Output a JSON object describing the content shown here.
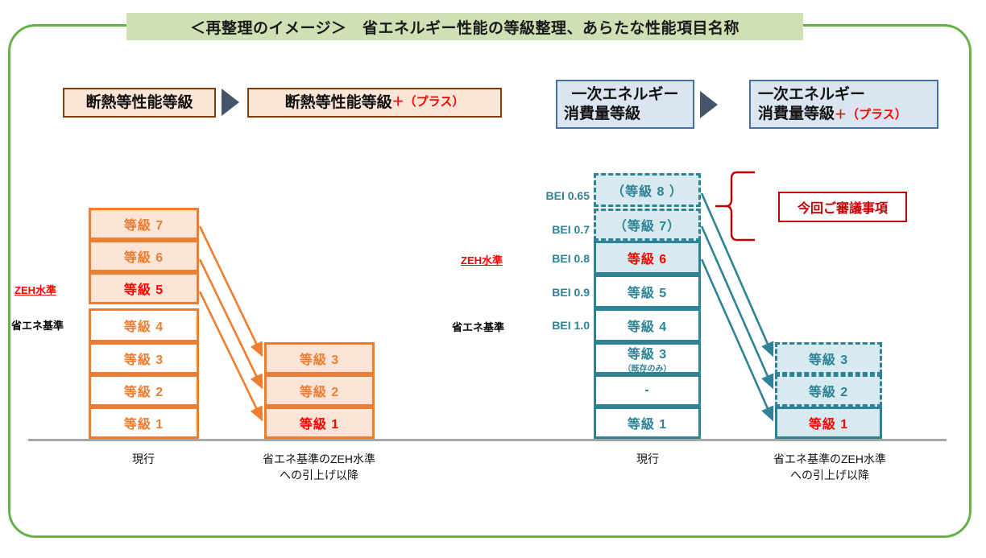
{
  "title": "＜再整理のイメージ＞　省エネルギー性能の等級整理、あらたな性能項目名称",
  "colors": {
    "frame_green": "#67b04a",
    "title_band": "#cfe0b4",
    "orange": "#ed7d31",
    "orange_fill": "#fce4d6",
    "brown_border": "#843c0c",
    "teal": "#2e8296",
    "teal_fill": "#d6eaf0",
    "blue_border": "#4472a8",
    "blue_fill": "#dbe5f1",
    "red": "#ff0000",
    "review_red": "#c00000",
    "arrow_gray": "#44546a"
  },
  "left_group": {
    "header_current": {
      "label": "断熱等性能等級"
    },
    "header_new": {
      "label": "断熱等性能等級",
      "plus": "＋（プラス）"
    },
    "arrow_icon": "right-triangle-icon",
    "side_labels": {
      "zeh": "ZEH水準",
      "standard": "省エネ基準"
    },
    "current_stack": [
      {
        "label": "等級 7",
        "fill": "tint",
        "red": false
      },
      {
        "label": "等級 6",
        "fill": "tint",
        "red": false
      },
      {
        "label": "等級 5",
        "fill": "tint",
        "red": true
      },
      {
        "label": "等級 4",
        "fill": "white",
        "red": false
      },
      {
        "label": "等級 3",
        "fill": "white",
        "red": false
      },
      {
        "label": "等級 2",
        "fill": "white",
        "red": false
      },
      {
        "label": "等級 1",
        "fill": "white",
        "red": false
      }
    ],
    "new_stack": [
      {
        "label": "等級 3",
        "fill": "tint",
        "red": false
      },
      {
        "label": "等級 2",
        "fill": "tint",
        "red": false
      },
      {
        "label": "等級 1",
        "fill": "tint",
        "red": true
      }
    ],
    "mappings": [
      {
        "from": "等級 7",
        "to": "等級 3"
      },
      {
        "from": "等級 6",
        "to": "等級 2"
      },
      {
        "from": "等級 5",
        "to": "等級 1"
      }
    ],
    "bottom_current": "現行",
    "bottom_new": "省エネ基準のZEH水準\nへの引上げ以降"
  },
  "right_group": {
    "header_current": {
      "line1": "一次エネルギー",
      "line2": "消費量等級"
    },
    "header_new": {
      "line1": "一次エネルギー",
      "line2": "消費量等級",
      "plus": "＋（プラス）"
    },
    "arrow_icon": "right-triangle-icon",
    "side_labels": {
      "zeh": "ZEH水準",
      "standard": "省エネ基準"
    },
    "bei_values": [
      "BEI 0.65",
      "BEI 0.7",
      "BEI 0.8",
      "BEI 0.9",
      "BEI 1.0"
    ],
    "current_stack": [
      {
        "label": "（等級 8 ）",
        "sub": "",
        "fill": "tint",
        "dashed": true,
        "red": false
      },
      {
        "label": "（等級 7）",
        "sub": "",
        "fill": "tint",
        "dashed": true,
        "red": false
      },
      {
        "label": "等級 6",
        "sub": "",
        "fill": "tint",
        "dashed": false,
        "red": true
      },
      {
        "label": "等級 5",
        "sub": "",
        "fill": "white",
        "dashed": false,
        "red": false
      },
      {
        "label": "等級 4",
        "sub": "",
        "fill": "white",
        "dashed": false,
        "red": false
      },
      {
        "label": "等級 3",
        "sub": "（既存のみ）",
        "fill": "white",
        "dashed": false,
        "red": false
      },
      {
        "label": "-",
        "sub": "",
        "fill": "white",
        "dashed": false,
        "red": false
      },
      {
        "label": "等級 1",
        "sub": "",
        "fill": "white",
        "dashed": false,
        "red": false
      }
    ],
    "new_stack": [
      {
        "label": "等級 3",
        "fill": "tint",
        "dashed": true,
        "red": false
      },
      {
        "label": "等級 2",
        "fill": "tint",
        "dashed": true,
        "red": false
      },
      {
        "label": "等級 1",
        "fill": "tint",
        "dashed": false,
        "red": true
      }
    ],
    "mappings": [
      {
        "from": "（等級 8 ）",
        "to": "等級 3"
      },
      {
        "from": "（等級 7）",
        "to": "等級 2"
      },
      {
        "from": "等級 6",
        "to": "等級 1"
      }
    ],
    "review_note": "今回ご審議事項",
    "brace_icon": "curly-brace-icon",
    "bottom_current": "現行",
    "bottom_new": "省エネ基準のZEH水準\nへの引上げ以降"
  }
}
